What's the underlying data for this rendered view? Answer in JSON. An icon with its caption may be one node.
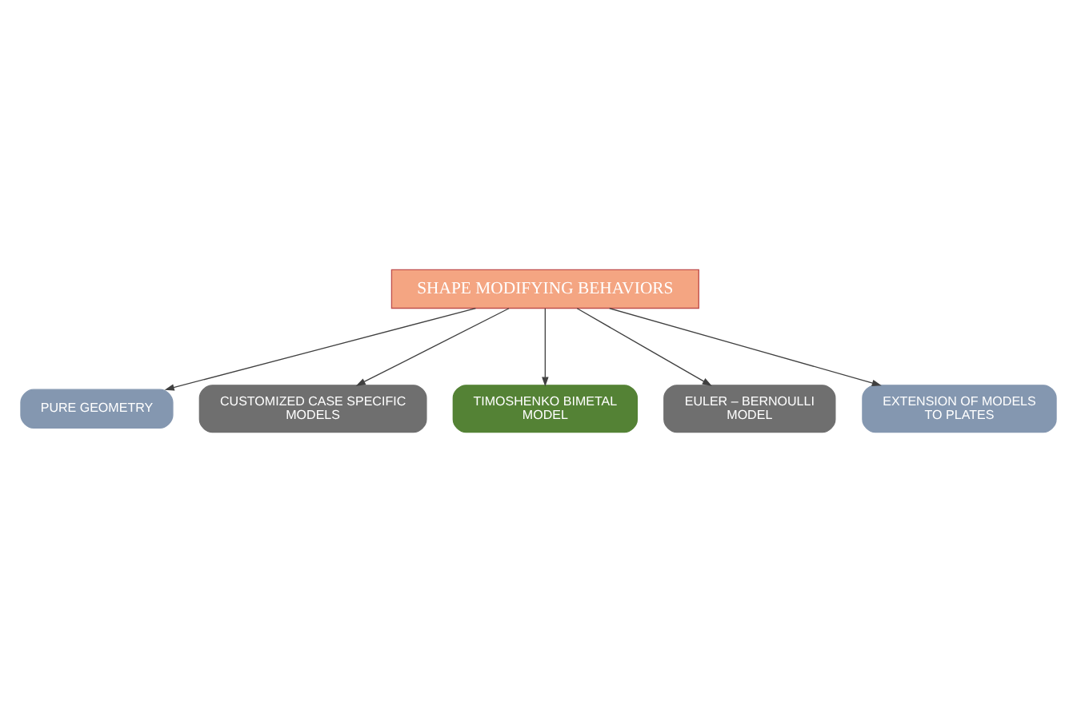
{
  "diagram": {
    "nodes": [
      {
        "text": [
          "SHAPE MODIFYING BEHAVIORS"
        ]
      },
      {
        "text": [
          "PURE GEOMETRY"
        ]
      },
      {
        "text": [
          "CUSTOMIZED CASE SPECIFIC MODELS"
        ]
      },
      {
        "text": [
          "TIMOSHENKO BIMETAL MODEL"
        ]
      },
      {
        "text": [
          "EULER – BERNOULLI MODEL"
        ]
      },
      {
        "text": [
          "EXTENSION OF MODELS TO PLATES"
        ]
      }
    ],
    "edges": [
      {
        "from": 0,
        "to": 1,
        "arrow": "to"
      },
      {
        "from": 0,
        "to": 2,
        "arrow": "to"
      },
      {
        "from": 0,
        "to": 3,
        "arrow": "to"
      },
      {
        "from": 0,
        "to": 4,
        "arrow": "to"
      },
      {
        "from": 0,
        "to": 5,
        "arrow": "to"
      }
    ]
  }
}
